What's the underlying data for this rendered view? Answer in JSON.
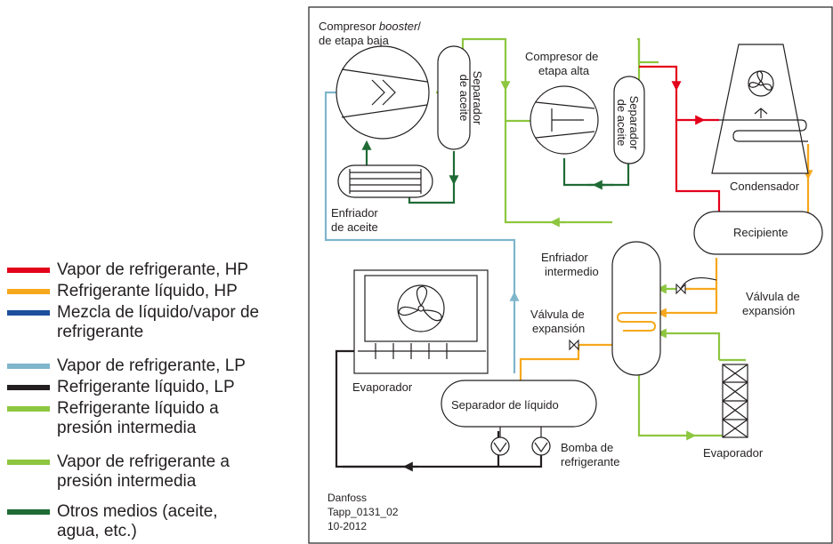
{
  "legend": [
    {
      "color": "#e3001b",
      "text": "Vapor de refrigerante, HP"
    },
    {
      "color": "#f6a81d",
      "text": "Refrigerante líquido, HP"
    },
    {
      "color": "#1d4f9c",
      "text": "Mezcla de líquido/vapor de refrigerante"
    },
    {
      "color": "#7fb6cc",
      "text": "Vapor de refrigerante, LP"
    },
    {
      "color": "#231f20",
      "text": "Refrigerante líquido, LP"
    },
    {
      "color": "#8dc63f",
      "text": "Refrigerante líquido a presión intermedia"
    },
    {
      "color": "#8dc63f",
      "text": "Vapor de refrigerante a presión intermedia"
    },
    {
      "color": "#1f6b35",
      "text": "Otros medios (aceite, agua, etc.)"
    }
  ],
  "labels": {
    "booster_l1": "Compresor ",
    "booster_l1_italic": "booster",
    "booster_l1_end": "/",
    "booster_l2": "de etapa baja",
    "high_l1": "Compresor de",
    "high_l2": "etapa alta",
    "oil_sep_l1": "Separador",
    "oil_sep_l2": "de aceite",
    "oil_cooler_l1": "Enfriador",
    "oil_cooler_l2": "de aceite",
    "condenser": "Condensador",
    "receiver": "Recipiente",
    "intercooler_l1": "Enfriador",
    "intercooler_l2": "intermedio",
    "exp_valve_l1": "Válvula de",
    "exp_valve_l2": "expansión",
    "evaporator": "Evaporador",
    "liquid_separator": "Separador de líquido",
    "pump_l1": "Bomba de",
    "pump_l2": "refrigerante",
    "credit_1": "Danfoss",
    "credit_2": "Tapp_0131_02",
    "credit_3": "10-2012"
  }
}
